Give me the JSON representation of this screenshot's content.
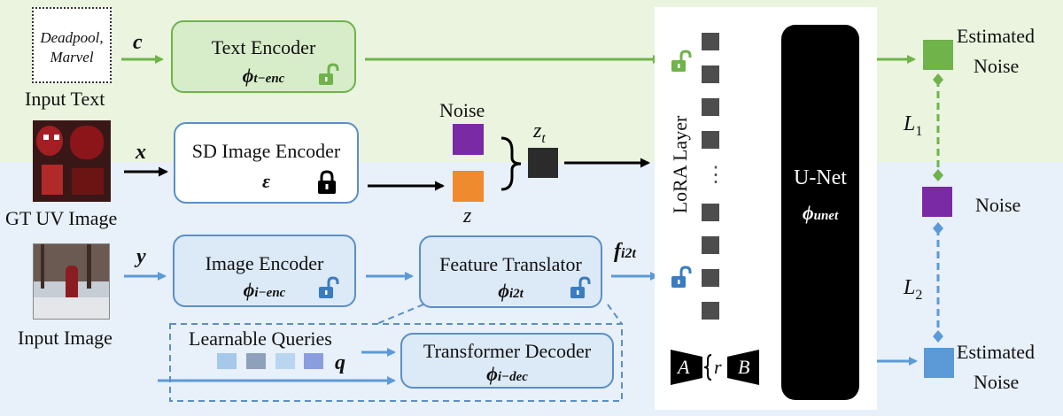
{
  "input_text": {
    "box_line1": "Deadpool,",
    "box_line2": "Marvel",
    "caption": "Input Text",
    "var": "c"
  },
  "text_encoder": {
    "title": "Text Encoder",
    "sym": "ϕ",
    "sub": "t−enc"
  },
  "gt_uv": {
    "caption": "GT UV Image",
    "var": "x"
  },
  "sd_encoder": {
    "title": "SD Image Encoder",
    "sym": "ε"
  },
  "noise_label": "Noise",
  "zt_sym": "z",
  "zt_sub": "t",
  "z_label": "z",
  "input_image": {
    "caption": "Input Image",
    "var": "y"
  },
  "image_encoder": {
    "title": "Image Encoder",
    "sym": "ϕ",
    "sub": "i−enc"
  },
  "feature_translator": {
    "title": "Feature Translator",
    "sym": "ϕ",
    "sub": "i2t"
  },
  "fi2t_sym": "f",
  "fi2t_sub": "i2t",
  "learnable_queries": {
    "label": "Learnable Queries",
    "var": "q"
  },
  "transformer_decoder": {
    "title": "Transformer Decoder",
    "sym": "ϕ",
    "sub": "i−dec"
  },
  "lora_layer": "LoRA Layer",
  "lora_dots": "⋮",
  "lora_detail": {
    "a": "A",
    "r": "r",
    "b": "B"
  },
  "unet": {
    "title": "U-Net",
    "sym": "ϕ",
    "sub": "unet"
  },
  "estimated_noise_top": {
    "line1": "Estimated",
    "line2": "Noise"
  },
  "noise_right": "Noise",
  "estimated_noise_bottom": {
    "line1": "Estimated",
    "line2": "Noise"
  },
  "loss1": {
    "sym": "L",
    "sub": "1"
  },
  "loss2": {
    "sym": "L",
    "sub": "2"
  },
  "colors": {
    "green_bg": "#eaf4df",
    "blue_bg": "#e8f0fa",
    "green": "#6fb34a",
    "blue": "#5b8fc6",
    "noise_purple": "#7b2aa6",
    "z_orange": "#f08a2e",
    "dark": "#2b2b2b",
    "q1": "#a6c8ea",
    "q2": "#8fa0bb",
    "q3": "#b8d6f0",
    "q4": "#8a9ede"
  }
}
